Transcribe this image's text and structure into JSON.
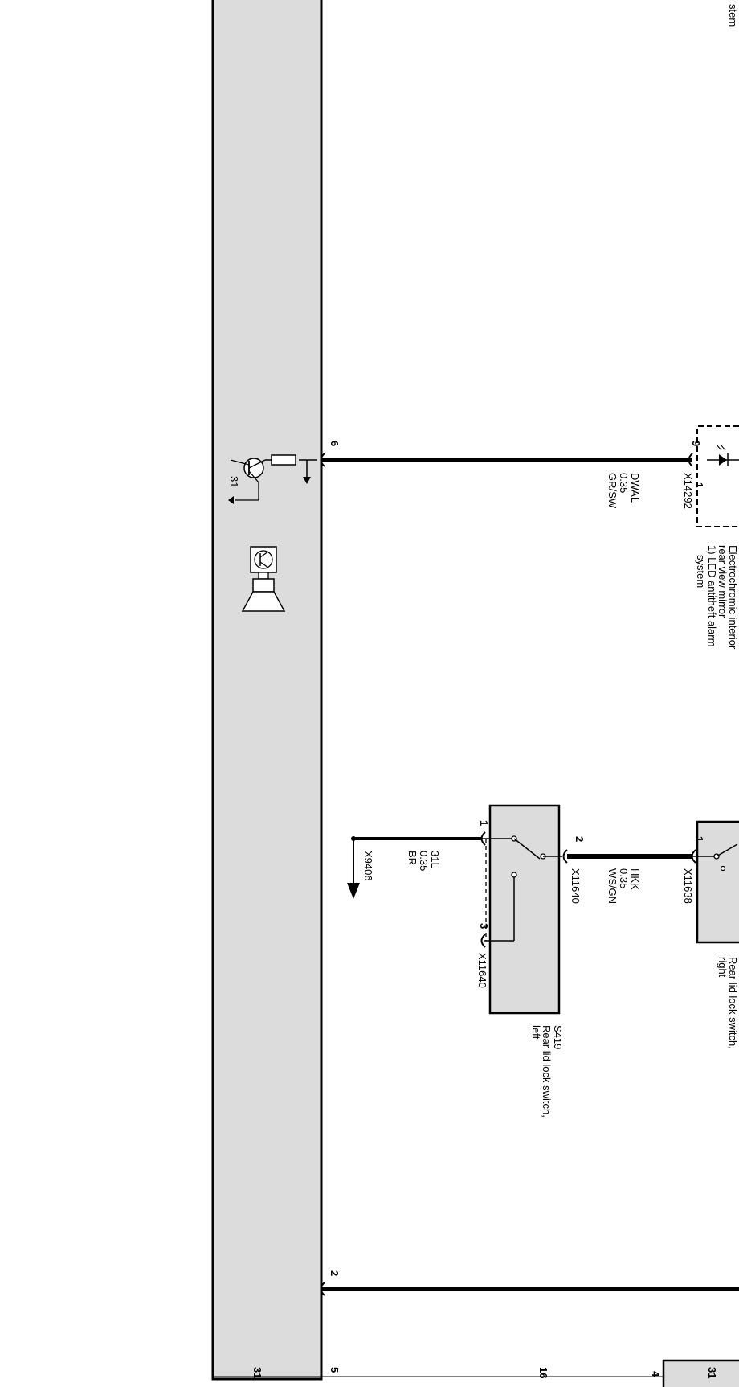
{
  "diagram": {
    "page_edge": {
      "top_right_fragment": "stem",
      "bottom_31_left": "31",
      "bottom_5": "5",
      "bottom_16": "16",
      "bottom_4": "4",
      "bottom_31_right": "31"
    },
    "control_unit": {
      "pins": {
        "p6": "6",
        "p2": "2"
      }
    },
    "transistor": {
      "ground": "31"
    },
    "mirror": {
      "pin_9": "9",
      "pin_1": "1",
      "connector": "X14292",
      "wire_name": "DWAL",
      "wire_size": "0.35",
      "wire_color": "GR/SW",
      "desc_1": "Electrochromic interior",
      "desc_2": "rear view mirror",
      "desc_3": "1) LED antitheft alarm",
      "desc_4": "system"
    },
    "switch_left": {
      "id": "S419",
      "desc_1": "Rear lid lock switch,",
      "desc_2": "left",
      "pin_1": "1",
      "pin_2": "2",
      "pin_3": "3",
      "connector_a": "X11640",
      "connector_b": "X11640"
    },
    "ground_wire": {
      "name": "31L",
      "size": "0.35",
      "color": "BR",
      "connector": "X9406"
    },
    "hkk_wire": {
      "name": "HKK",
      "size": "0.35",
      "color": "WS/GN"
    },
    "switch_right": {
      "pin_1": "1",
      "connector": "X11638",
      "desc_1": "Rear lid lock switch,",
      "desc_2": "right"
    }
  }
}
